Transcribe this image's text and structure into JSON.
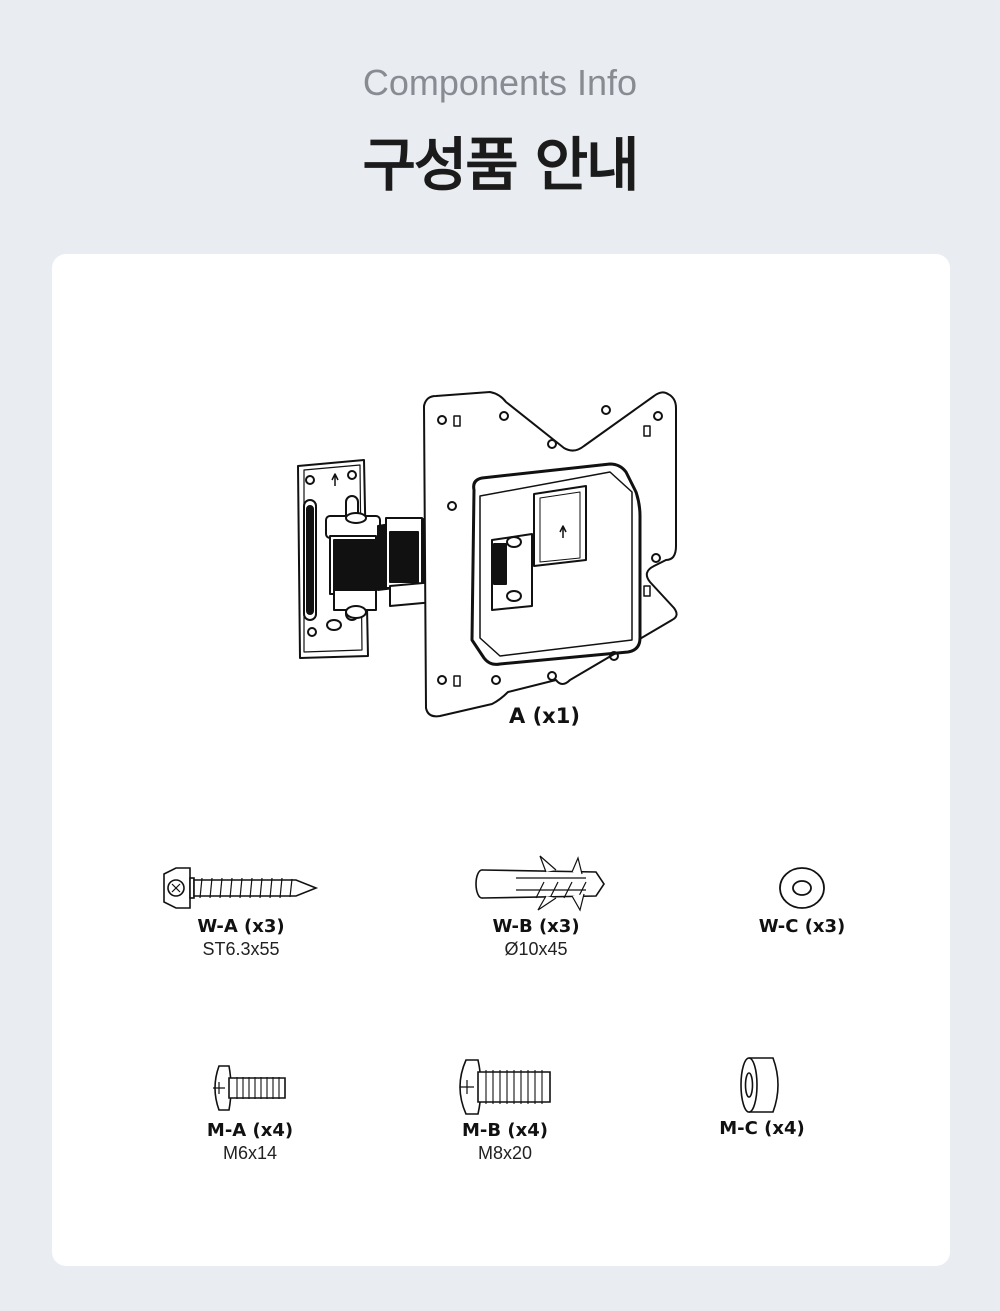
{
  "header": {
    "subtitle": "Components Info",
    "title": "구성품 안내"
  },
  "main_part": {
    "label": "A (x1)",
    "icon": "wall-mount-bracket-drawing"
  },
  "parts": [
    {
      "name": "W-A (x3)",
      "spec": "ST6.3x55",
      "icon": "lag-screw-icon"
    },
    {
      "name": "W-B (x3)",
      "spec": "Ø10x45",
      "icon": "wall-anchor-icon"
    },
    {
      "name": "W-C (x3)",
      "spec": "",
      "icon": "washer-icon"
    },
    {
      "name": "M-A (x4)",
      "spec": "M6x14",
      "icon": "machine-screw-short-icon"
    },
    {
      "name": "M-B (x4)",
      "spec": "M8x20",
      "icon": "machine-screw-long-icon"
    },
    {
      "name": "M-C (x4)",
      "spec": "",
      "icon": "spacer-icon"
    }
  ]
}
